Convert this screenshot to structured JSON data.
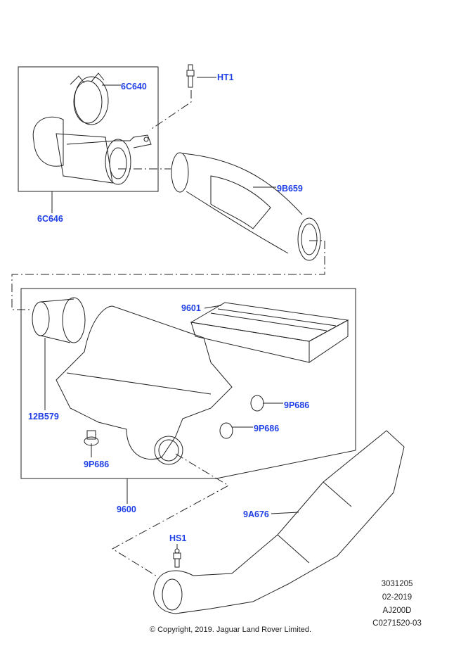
{
  "callouts": {
    "ht1": "HT1",
    "c6c640": "6C640",
    "c6c646": "6C646",
    "c9b659": "9B659",
    "c9601": "9601",
    "c12b579": "12B579",
    "c9p686_a": "9P686",
    "c9p686_b": "9P686",
    "c9p686_c": "9P686",
    "c9600": "9600",
    "c9a676": "9A676",
    "hs1": "HS1"
  },
  "info": {
    "illustration_number": "3031205",
    "date": "02-2019",
    "engine_code": "AJ200D",
    "ref": "C0271520-03"
  },
  "copyright": "© Copyright, 2019. Jaguar Land Rover Limited.",
  "colors": {
    "callout": "#1f3fe6",
    "line": "#222222"
  }
}
